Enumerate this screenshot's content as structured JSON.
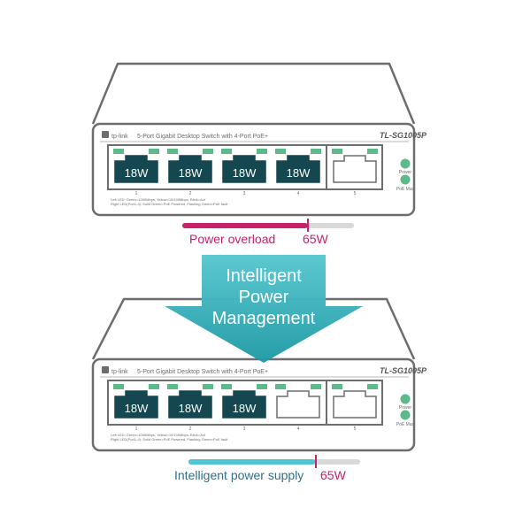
{
  "colors": {
    "outline": "#6d6d6d",
    "port_active": "#14474f",
    "led_green": "#5bb98a",
    "overload": "#c8216b",
    "supply": "#4fc6cf",
    "arrow_light": "#58c7cf",
    "arrow_dark": "#1f9aa5",
    "supply_text": "#2f6f8a"
  },
  "switch_top": {
    "brand": "tp-link",
    "description": "5-Port Gigabit Desktop Switch with 4-Port PoE+",
    "model": "TL-SG1005P",
    "ports": [
      {
        "number": "1",
        "label": "18W"
      },
      {
        "number": "2",
        "label": "18W"
      },
      {
        "number": "3",
        "label": "18W"
      },
      {
        "number": "4",
        "label": "18W"
      },
      {
        "number": "5",
        "label": ""
      }
    ],
    "legend_line1": "Left LED: Green=1000Mbps, Yellow=10/100Mbps, Blink=Act",
    "legend_line2": "Right LED(Port1-4): Solid Green=PoE Powered, Flashing Green=PoE fault",
    "led_power": "Power",
    "led_poe_max": "PoE Max"
  },
  "overload_bar": {
    "label": "Power overload",
    "watt": "65W",
    "level": 0.73
  },
  "arrow": {
    "lines": [
      "Intelligent",
      "Power",
      "Management"
    ]
  },
  "switch_bottom": {
    "brand": "tp-link",
    "description": "5-Port Gigabit Desktop Switch with 4-Port PoE+",
    "model": "TL-SG1005P",
    "ports": [
      {
        "number": "1",
        "label": "18W"
      },
      {
        "number": "2",
        "label": "18W"
      },
      {
        "number": "3",
        "label": "18W"
      },
      {
        "number": "4",
        "label": ""
      },
      {
        "number": "5",
        "label": ""
      }
    ],
    "legend_line1": "Left LED: Green=1000Mbps, Yellow=10/100Mbps, Blink=Act",
    "legend_line2": "Right LED(Port1-4): Solid Green=PoE Powered, Flashing Green=PoE fault",
    "led_power": "Power",
    "led_poe_max": "PoE Max"
  },
  "supply_bar": {
    "label": "Intelligent power supply",
    "watt": "65W",
    "level": 0.74
  }
}
